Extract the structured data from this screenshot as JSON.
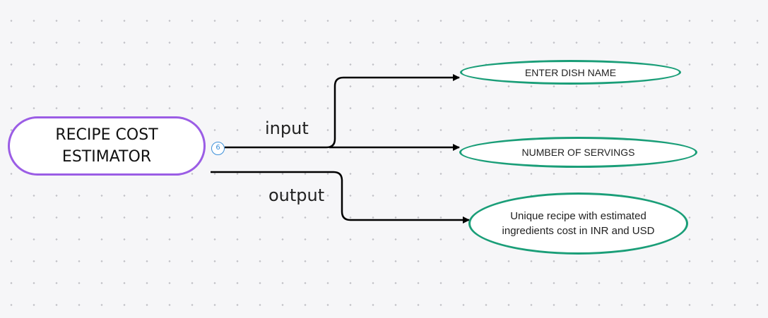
{
  "diagram": {
    "main_node": {
      "label": "RECIPE COST ESTIMATOR",
      "badge": "6",
      "border_color": "#9b5de5"
    },
    "edges": {
      "input_label": "input",
      "output_label": "output",
      "line_color": "#000000"
    },
    "leaves": {
      "dish_name": "ENTER DISH NAME",
      "servings": "NUMBER OF SERVINGS",
      "result": "Unique recipe with estimated ingredients cost in INR and USD",
      "border_color": "#1a9e78"
    }
  }
}
